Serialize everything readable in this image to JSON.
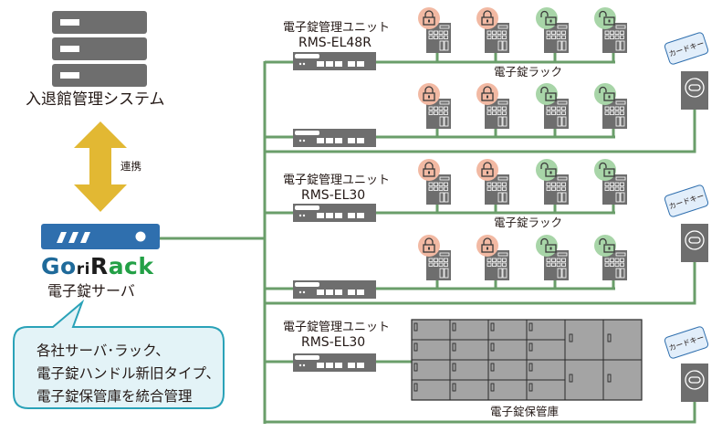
{
  "left": {
    "access_system_label": "入退館管理システム",
    "link_label": "連携",
    "server_label": "電子錠サーバ",
    "logo": {
      "part1": "Go",
      "part2": "ri",
      "part3": "R",
      "part4": "ack"
    },
    "callout_lines": [
      "各社サーバ･ラック、",
      "電子錠ハンドル新旧タイプ、",
      "電子錠保管庫を統合管理"
    ]
  },
  "units": [
    {
      "title": "電子錠管理ユニット",
      "model": "RMS-EL48R"
    },
    {
      "title": "",
      "model": ""
    },
    {
      "title": "電子錠管理ユニット",
      "model": "RMS-EL30"
    },
    {
      "title": "",
      "model": ""
    },
    {
      "title": "電子錠管理ユニット",
      "model": "RMS-EL30"
    }
  ],
  "groups": [
    {
      "label": "電子錠ラック"
    },
    {
      "label": "電子錠ラック"
    },
    {
      "label": "電子錠保管庫"
    }
  ],
  "rack_rows": [
    {
      "locks": [
        "locked",
        "locked",
        "unlocked",
        "unlocked"
      ]
    },
    {
      "locks": [
        "locked",
        "locked",
        "unlocked",
        "unlocked"
      ]
    },
    {
      "locks": [
        "locked",
        "locked",
        "unlocked",
        "unlocked"
      ]
    },
    {
      "locks": [
        "locked",
        "locked",
        "unlocked",
        "unlocked"
      ]
    }
  ],
  "card_keys": [
    {
      "label": "カードキー"
    },
    {
      "label": "カードキー"
    },
    {
      "label": "カードキー"
    }
  ],
  "colors": {
    "line": "#6a9e6a",
    "device_gray": "#6e6e6e",
    "server_blue": "#2f6fae",
    "arrow_yellow": "#e2b833",
    "locked_bg": "#f2b9a3",
    "unlocked_bg": "#a8d5a8",
    "bubble_fill": "#e3f3f7",
    "bubble_stroke": "#2aa2b8",
    "cabinet_fill": "#a4a4a4",
    "card_fill": "#e2eefa",
    "card_stroke": "#2f6fae"
  }
}
